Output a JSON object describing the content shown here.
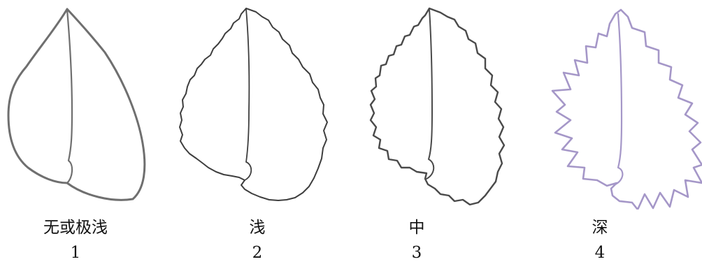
{
  "leaves": [
    {
      "label": "无或极浅",
      "number": "1",
      "serration": "none",
      "stroke": "#6f6f6f"
    },
    {
      "label": "浅",
      "number": "2",
      "serration": "shallow",
      "stroke": "#3e3e3e"
    },
    {
      "label": "中",
      "number": "3",
      "serration": "medium",
      "stroke": "#4a4a4a"
    },
    {
      "label": "深",
      "number": "4",
      "serration": "deep",
      "stroke": "#a597c8"
    }
  ]
}
